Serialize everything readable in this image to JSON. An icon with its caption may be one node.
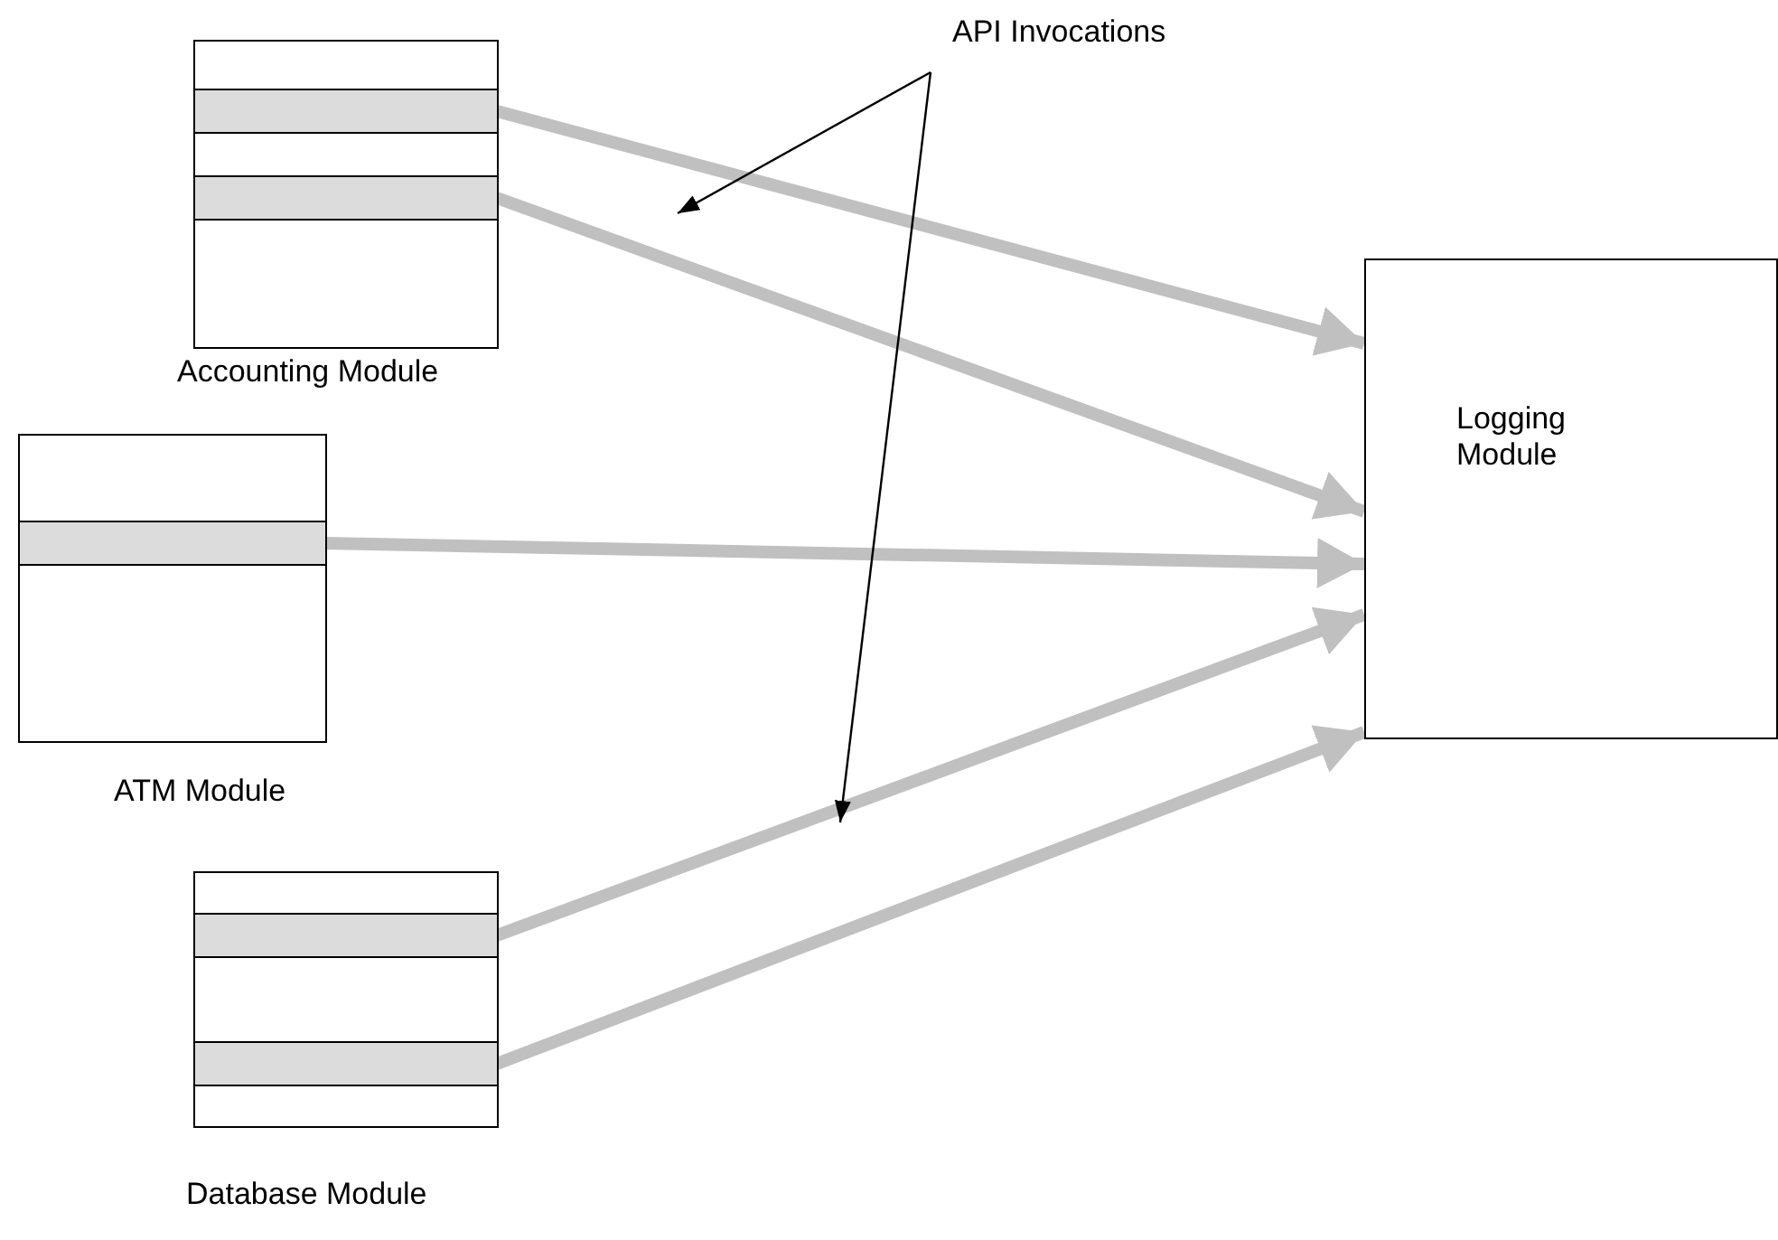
{
  "diagram": {
    "nodes": [
      {
        "text": [
          "Accounting Module"
        ]
      },
      {
        "text": [],
        "shape": "bar",
        "in": 0
      },
      {
        "text": [],
        "shape": "bar",
        "in": 0
      },
      {
        "text": [
          "ATM Module"
        ]
      },
      {
        "text": [],
        "shape": "bar",
        "in": 3
      },
      {
        "text": [
          "Database Module"
        ]
      },
      {
        "text": [],
        "shape": "bar",
        "in": 5
      },
      {
        "text": [],
        "shape": "bar",
        "in": 5
      },
      {
        "text": [
          "Logging Module"
        ]
      },
      {
        "text": [
          "API Invocations"
        ]
      }
    ],
    "edges": [
      {
        "from": 1,
        "to": 8,
        "arrow": "to"
      },
      {
        "from": 2,
        "to": 8,
        "arrow": "to"
      },
      {
        "from": 4,
        "to": 8,
        "arrow": "to"
      },
      {
        "from": 6,
        "to": 8,
        "arrow": "to"
      },
      {
        "from": 7,
        "to": 8,
        "arrow": "to"
      },
      {
        "from": 9,
        "to": null,
        "arrow": "to",
        "color": "#000000"
      },
      {
        "from": 9,
        "to": null,
        "arrow": "to",
        "color": "#000000"
      }
    ]
  }
}
